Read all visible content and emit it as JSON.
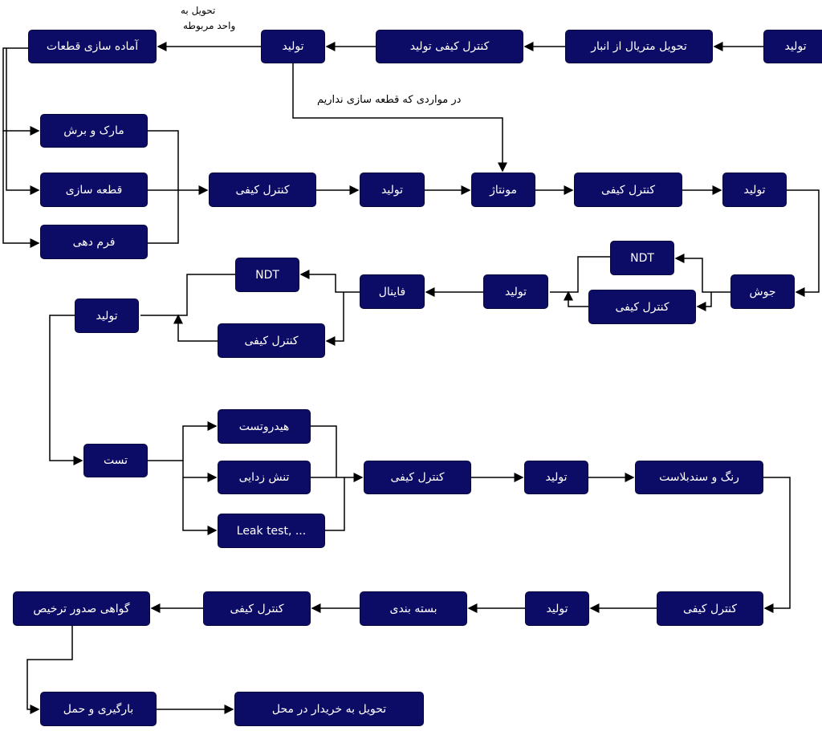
{
  "labels": {
    "handover_line1": "تحویل به",
    "handover_line2": "واحد مربوطه",
    "no_parts": "در مواردی که قطعه سازی نداریم"
  },
  "nodes": {
    "prep_parts": "آماده سازی قطعات",
    "prod1": "تولید",
    "qc_prod": "کنترل کیفی تولید",
    "material": "تحویل متریال از انبار",
    "prod0": "تولید",
    "mark_cut": "مارک و برش",
    "fabricate": "قطعه سازی",
    "forming": "فرم دهی",
    "qc1": "کنترل کیفی",
    "prod2": "تولید",
    "assembly": "مونتاژ",
    "qc2": "کنترل کیفی",
    "prod3": "تولید",
    "ndt1": "NDT",
    "qc3": "کنترل کیفی",
    "welding": "جوش",
    "prod4": "تولید",
    "final": "فاینال",
    "ndt2": "NDT",
    "qc4": "کنترل کیفی",
    "prod5": "تولید",
    "test": "تست",
    "hydrotest": "هیدروتست",
    "stress_relief": "تنش زدایی",
    "leak_test": "Leak test, ...",
    "qc5": "کنترل کیفی",
    "prod6": "تولید",
    "paint": "رنگ و سندبلاست",
    "qc6": "کنترل کیفی",
    "prod7": "تولید",
    "packing": "بسته بندی",
    "qc7": "کنترل کیفی",
    "clearance": "گواهی صدور ترخیص",
    "loading": "بارگیری و حمل",
    "delivery": "تحویل به خریدار در محل"
  }
}
